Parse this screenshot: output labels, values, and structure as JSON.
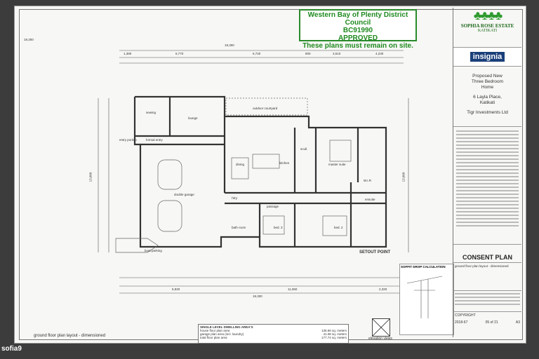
{
  "approval": {
    "council": "Western Bay of Plenty District Council",
    "consent_no": "BC91990",
    "status": "APPROVED",
    "note": "These plans must remain on site."
  },
  "title_block": {
    "estate": "SOPHIA ROSE ESTATE",
    "estate_location": "KATIKATI",
    "company": "insignia",
    "project_line1": "Proposed New",
    "project_line2": "Three Bedroom",
    "project_line3": "Home",
    "address_line1": "6 Layla Place,",
    "address_line2": "Katikati",
    "client": "Tigr Investments Ltd",
    "status_label": "CONSENT PLAN",
    "contents": "ground floor plan layout - dimensioned",
    "copyright": "COPYRIGHT",
    "job_no": "2018-67",
    "sheet": "05 of 21",
    "size": "A3"
  },
  "plan": {
    "overall_width": "19,300",
    "overall_depth": "13,000",
    "top_dims": [
      "1,380",
      "6,770",
      "6,720",
      "800",
      "3,510",
      "4,230"
    ],
    "bottom_dims": [
      "5,920",
      "11,060",
      "2,320"
    ],
    "rooms": {
      "outdoor_courtyard": "outdoor courtyard",
      "sewing": "sewing",
      "lounge": "lounge",
      "formal_entry": "formal entry",
      "entry_portico": "entry portico",
      "dining": "dining",
      "kitchen": "kitchen",
      "scull": "scull.",
      "master_suite": "master suite",
      "wir": "W.I.R",
      "ensuite": "ensuite",
      "double_garage": "double garage",
      "boat_parking": "boat parking",
      "ldry": "l'dry",
      "passage": "passage",
      "bath_room": "bath room",
      "bed3": "bed. 3",
      "bed2": "bed. 2"
    },
    "setout_point": "SETOUT POINT",
    "caption": "ground floor plan layout - dimensioned"
  },
  "areas": {
    "title": "SINGLE LEVEL DWELLING AREA'S",
    "house": "house floor plan area",
    "house_val": "136.66 sq. meters",
    "garage": "garage plan area (incl. laundry)",
    "garage_val": "41.08 sq. meters",
    "total": "total floor plan area",
    "total_val": "177.74 sq. meters"
  },
  "elevation_label": "elevation views",
  "soffit_title": "SOFFIT DROP CALCULATION",
  "watermark": "sofia9"
}
